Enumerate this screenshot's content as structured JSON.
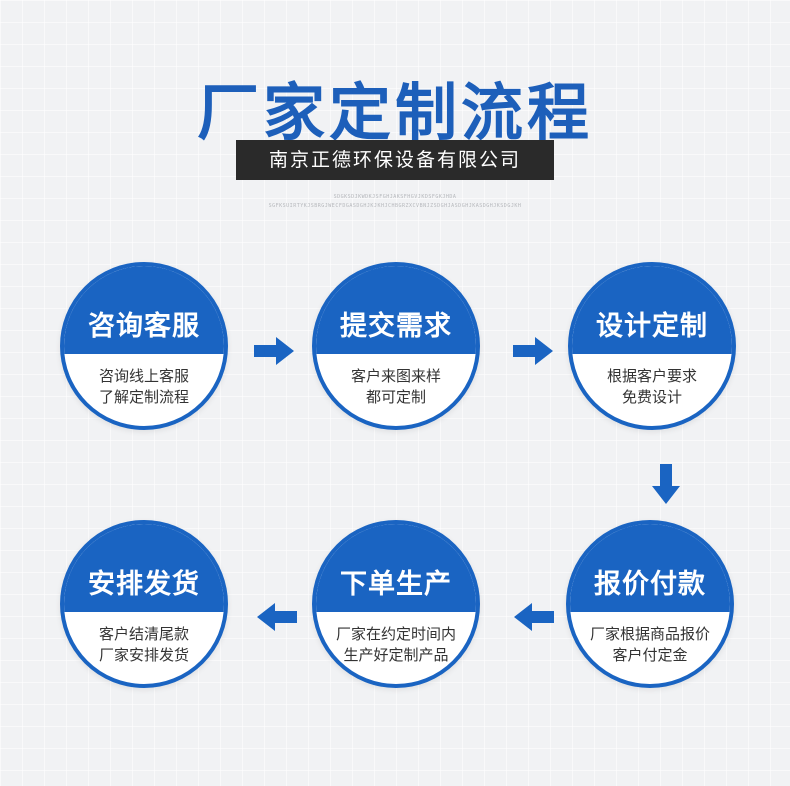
{
  "header": {
    "title": "厂家定制流程",
    "company": "南京正德环保设备有限公司",
    "deco_line_1": "SDGKSDJKWDKJSFGHJAKSFHGVJKDSFGKJHDA",
    "deco_line_2": "SGFKSUIRTYKJSBRGJWECFDGASDGHJKJKHJCHBGRZXCVBNJZSDGHJASDGHJKASDGHJKSDGJKH"
  },
  "steps": [
    {
      "title": "咨询客服",
      "line1": "咨询线上客服",
      "line2": "了解定制流程"
    },
    {
      "title": "提交需求",
      "line1": "客户来图来样",
      "line2": "都可定制"
    },
    {
      "title": "设计定制",
      "line1": "根据客户要求",
      "line2": "免费设计"
    },
    {
      "title": "报价付款",
      "line1": "厂家根据商品报价",
      "line2": "客户付定金"
    },
    {
      "title": "下单生产",
      "line1": "厂家在约定时间内",
      "line2": "生产好定制产品"
    },
    {
      "title": "安排发货",
      "line1": "客户结清尾款",
      "line2": "厂家安排发货"
    }
  ],
  "colors": {
    "accent": "#1a64c2",
    "banner": "#2a2a2a",
    "background": "#f1f2f4"
  },
  "icons": {
    "arrow": "arrow-icon"
  }
}
